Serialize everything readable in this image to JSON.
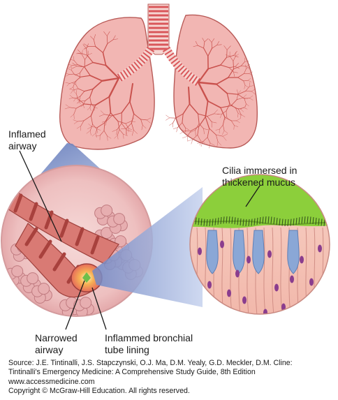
{
  "labels": {
    "inflamed_airway": [
      "Inflamed",
      "airway"
    ],
    "cilia": [
      "Cilia immersed in",
      "thickened mucus"
    ],
    "narrowed_airway": [
      "Narrowed",
      "airway"
    ],
    "lining": [
      "Inflammed bronchial",
      "tube lining"
    ]
  },
  "source": {
    "line1": "Source: J.E. Tintinalli, J.S. Stapczynski, O.J. Ma, D.M. Yealy, G.D. Meckler, D.M. Cline:",
    "line2": "Tintinalli's Emergency Medicine: A Comprehensive Study Guide, 8th Edition",
    "line3": "www.accessmedicine.com",
    "line4": "Copyright © McGraw-Hill Education.  All rights reserved."
  },
  "colors": {
    "lung_fill": "#f2b6b3",
    "lung_vessel": "#c9514d",
    "trachea_ring": "#d9575a",
    "circle_bg": "#efc4c4",
    "mucus": "#8ccf3b",
    "tissue": "#f5c8bb",
    "goblet": "#8aa7d6",
    "nucleus": "#8a3d8e",
    "funnel": "#7d93c9"
  }
}
